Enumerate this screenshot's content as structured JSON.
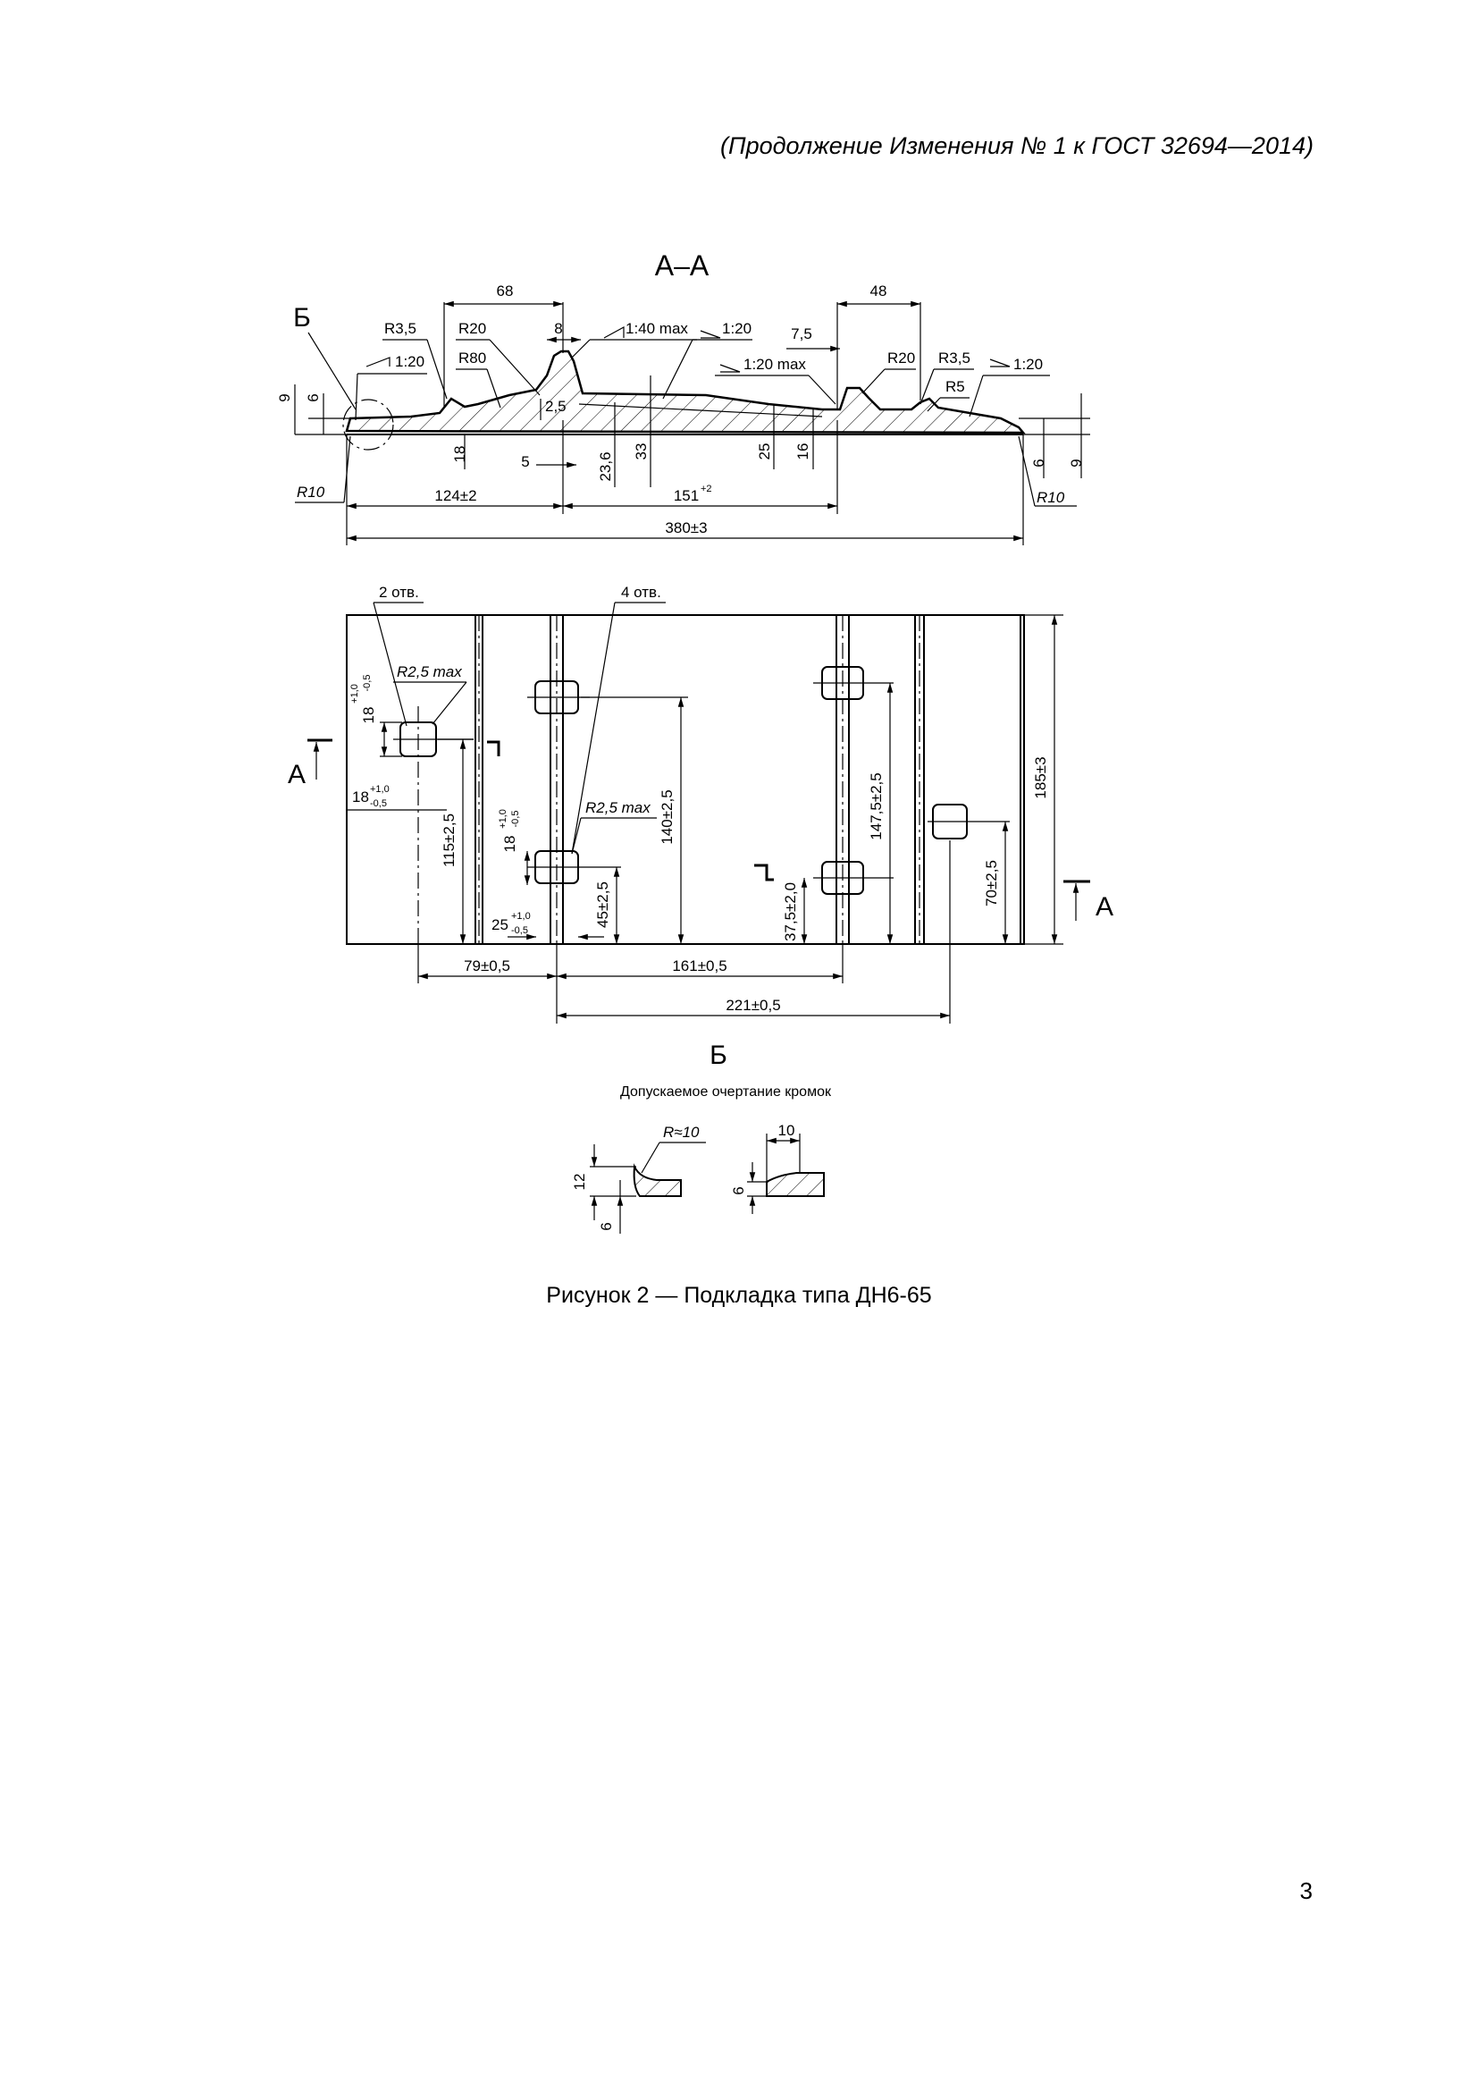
{
  "header": "(Продолжение Изменения № 1 к ГОСТ 32694—2014)",
  "page_number": "3",
  "caption": "Рисунок 2 — Подкладка типа ДН6-65",
  "section_view": {
    "title": "А–А",
    "callout_b": "Б",
    "labels": {
      "d68": "68",
      "d48": "48",
      "d8": "8",
      "d7_5": "7,5",
      "r3_5_left": "R3,5",
      "r20_left": "R20",
      "r80": "R80",
      "r20_right": "R20",
      "r3_5_right": "R3,5",
      "r5": "R5",
      "slope_140": "1:40 max",
      "slope_20a": "1:20",
      "slope_20b": "1:20 max",
      "slope_20_left": "1:20",
      "slope_20_right": "1:20",
      "d2_5": "2,5",
      "d9_left": "9",
      "d6_left": "6",
      "d18": "18",
      "d5": "5",
      "d23_6": "23,6",
      "d33": "33",
      "d25": "25",
      "d16": "16",
      "d6_right": "6",
      "d9_right": "9",
      "r10_left": "R10",
      "r10_right": "R10",
      "d124": "124±2",
      "d151": "151",
      "d151_tol": "+2",
      "d380": "380±3"
    }
  },
  "plan_view": {
    "labels": {
      "holes_2": "2 отв.",
      "holes_4": "4 отв.",
      "r2_5_a": "R2,5 max",
      "r2_5_b": "R2,5 max",
      "d18a": "18",
      "d18a_up": "+1,0",
      "d18a_dn": "-0,5",
      "d18b": "18",
      "d18b_up": "+1,0",
      "d18b_dn": "-0,5",
      "d18c": "18",
      "d18c_up": "+1,0",
      "d18c_dn": "-0,5",
      "d25": "25",
      "d25_up": "+1,0",
      "d25_dn": "-0,5",
      "d115": "115±2,5",
      "d45": "45±2,5",
      "d140": "140±2,5",
      "d37_5": "37,5±2,0",
      "d147_5": "147,5±2,5",
      "d70": "70±2,5",
      "d185": "185±3",
      "d79": "79±0,5",
      "d161": "161±0,5",
      "d221": "221±0,5",
      "cut_a_left": "А",
      "cut_a_right": "А"
    }
  },
  "detail_b": {
    "title": "Б",
    "subtitle": "Допускаемое очертание кромок",
    "labels": {
      "r10": "R≈10",
      "d10": "10",
      "d12": "12",
      "d6a": "6",
      "d6b": "6"
    }
  }
}
